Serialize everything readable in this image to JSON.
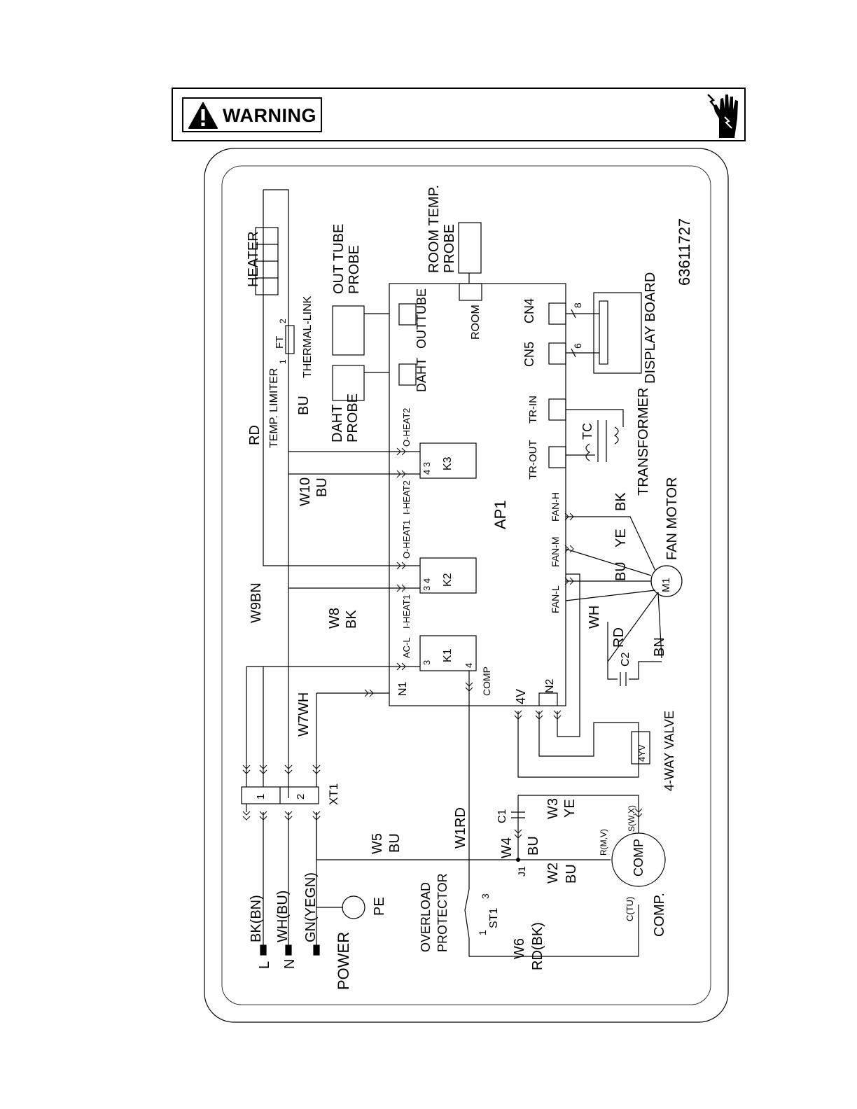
{
  "warning": {
    "label": "WARNING"
  },
  "labels": {
    "heater": "HEATER",
    "out_tube_probe_1": "OUT TUBE",
    "out_tube_probe_2": "PROBE",
    "room_temp_probe_1": "ROOM TEMP.",
    "room_temp_probe_2": "PROBE",
    "doc_number": "63611727",
    "ft": "FT",
    "ft_pin1": "1",
    "ft_pin2": "2",
    "thermal_link": "THERMAL-LINK",
    "rd_limiter": "RD",
    "temp_limiter": "TEMP. LIMITER",
    "bu_heater": "BU",
    "daht_probe_1": "DAHT",
    "daht_probe_2": "PROBE",
    "daht": "DAHT",
    "outtube": "OUTTUBE",
    "room": "ROOM",
    "cn4": "CN4",
    "cn5": "CN5",
    "cn4_pins": "8",
    "cn5_pins": "6",
    "display_board": "DISPLAY BOARD",
    "tr_in": "TR-IN",
    "tr_out": "TR-OUT",
    "tc": "TC",
    "transformer": "TRANSFORMER",
    "o_heat2": "O-HEAT2",
    "i_heat2": "I-HEAT2",
    "o_heat1": "O-HEAT1",
    "i_heat1": "I-HEAT1",
    "ac_l": "AC-L",
    "n1": "N1",
    "comp_term": "COMP",
    "k3": "K3",
    "k2": "K2",
    "k1": "K1",
    "k3_pins": "4   3",
    "k2_pins": "3   4",
    "k1_pin3": "3",
    "k1_pin4": "4",
    "ap1": "AP1",
    "fan_h": "FAN-H",
    "fan_m": "FAN-M",
    "fan_l": "FAN-L",
    "bk_fan": "BK",
    "ye_fan": "YE",
    "bu_fan": "BU",
    "wh_fan": "WH",
    "rd_fan": "RD",
    "bn_fan": "BN",
    "fan_motor": "FAN  MOTOR",
    "m1": "M1",
    "c2": "C2",
    "four_v": "4V",
    "n2": "N2",
    "four_way_valve": "4-WAY VALVE",
    "fouryv": "4YV",
    "w10": "W10",
    "w10_color": "BU",
    "w9": "W9BN",
    "w8": "W8",
    "w8_color": "BK",
    "w7": "W7WH",
    "xt1": "XT1",
    "xt1_1": "1",
    "xt1_2": "2",
    "w5": "W5",
    "w5_color": "BU",
    "w1": "W1RD",
    "c1": "C1",
    "w3": "W3",
    "w3_color": "YE",
    "w4": "W4",
    "w4_color": "BU",
    "j1": "J1",
    "w2": "W2",
    "w2_color": "BU",
    "s_term": "S(W,X)",
    "r_term": "R(M,V)",
    "c_term": "C(TU)",
    "comp": "COMP",
    "comp_label": "COMP.",
    "bk_bn": "BK(BN)",
    "wh_bu": "WH(BU)",
    "gn_yegn": "GN(YEGN)",
    "l": "L",
    "n": "N",
    "power": "POWER",
    "pe": "PE",
    "overload_1": "OVERLOAD",
    "overload_2": "PROTECTOR",
    "st1": "ST1",
    "st1_pin1": "1",
    "st1_pin3": "3",
    "w6": "W6",
    "w6_color": "RD(BK)"
  }
}
